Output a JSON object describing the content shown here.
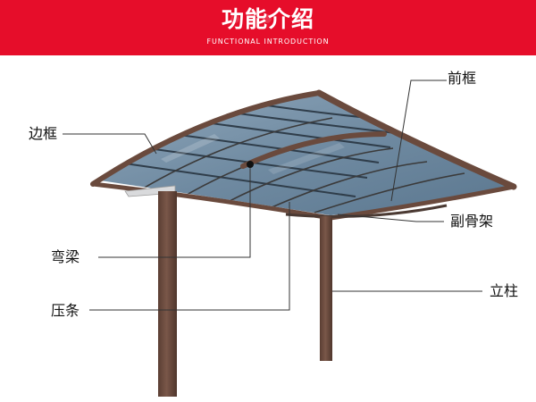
{
  "header": {
    "title": "功能介绍",
    "subtitle": "FUNCTIONAL INTRODUCTION"
  },
  "labels": {
    "front_frame": "前框",
    "side_frame": "边框",
    "sub_frame": "副骨架",
    "curved_beam": "弯梁",
    "pressing_strip": "压条",
    "column": "立柱"
  },
  "colors": {
    "header": "#e60d2a",
    "frame": "#6a4a3d",
    "panel": "#6f8aa1",
    "leader_line": "#333333"
  }
}
